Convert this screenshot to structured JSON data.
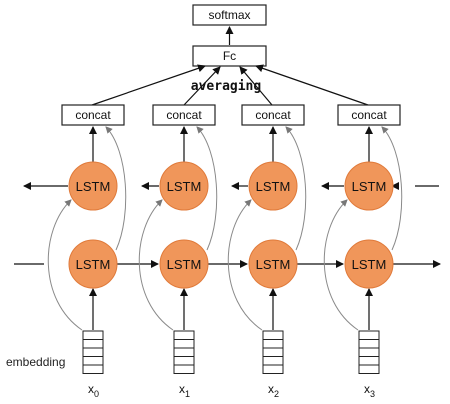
{
  "title": "softmax",
  "fc": "Fc",
  "averaging": "averaging",
  "concat": [
    "concat",
    "concat",
    "concat",
    "concat"
  ],
  "lstm_top": [
    "LSTM",
    "LSTM",
    "LSTM",
    "LSTM"
  ],
  "lstm_bottom": [
    "LSTM",
    "LSTM",
    "LSTM",
    "LSTM"
  ],
  "embedding_label": "embedding",
  "inputs": [
    {
      "base": "x",
      "sub": "0"
    },
    {
      "base": "x",
      "sub": "1"
    },
    {
      "base": "x",
      "sub": "2"
    },
    {
      "base": "x",
      "sub": "3"
    }
  ],
  "colors": {
    "lstm_fill": "#f0965a",
    "lstm_stroke": "#e07a3a",
    "curve": "#8a8a8a"
  }
}
